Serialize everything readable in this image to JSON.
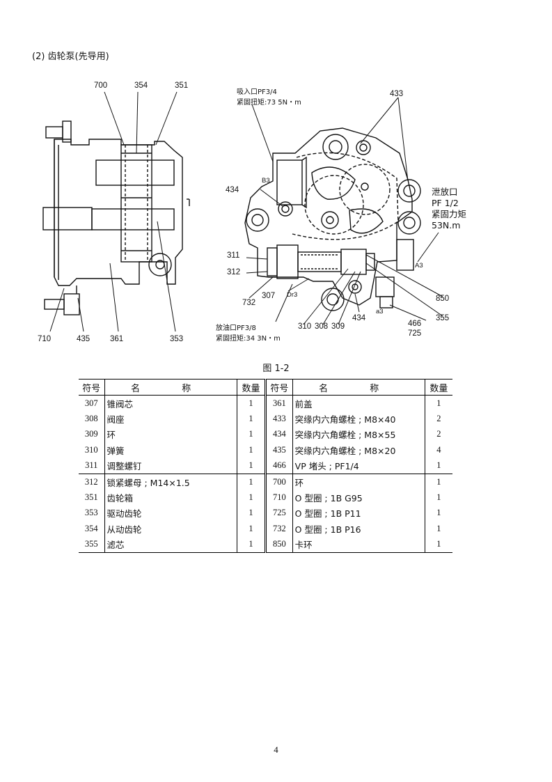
{
  "section_title": "(2) 齿轮泵(先导用)",
  "figure": {
    "caption": "图 1-2",
    "left_view_labels": [
      "700",
      "354",
      "351",
      "710",
      "435",
      "361",
      "353"
    ],
    "right_view_labels": {
      "suction_line1": "吸入口PF3/4",
      "suction_line2": "紧固扭矩:73 5N・m",
      "b3": "B3",
      "l433": "433",
      "drain_line1": "泄放口",
      "drain_line2": "PF 1/2",
      "drain_line3": "紧固力矩",
      "drain_line4": "53N.m",
      "l434a": "434",
      "l311": "311",
      "l312": "312",
      "l732": "732",
      "l307": "307",
      "dr3": "Dr3",
      "a3": "A3",
      "l850": "850",
      "l355": "355",
      "l310": "310",
      "l308": "308",
      "l309": "309",
      "l434b": "434",
      "a3s": "a3",
      "l466": "466",
      "l725": "725",
      "oil_line1": "放油口PF3/8",
      "oil_line2": "紧固扭矩:34 3N・m"
    }
  },
  "table": {
    "headers": [
      "符号",
      "名 称",
      "数量",
      "符号",
      "名 称",
      "数量"
    ],
    "rows": [
      {
        "code_l": "307",
        "name_l": "锥阀芯",
        "qty_l": "1",
        "code_r": "361",
        "name_r": "前盖",
        "qty_r": "1"
      },
      {
        "code_l": "308",
        "name_l": "阀座",
        "qty_l": "1",
        "code_r": "433",
        "name_r": "突缘内六角螺栓 ; M8×40",
        "qty_r": "2"
      },
      {
        "code_l": "309",
        "name_l": "环",
        "qty_l": "1",
        "code_r": "434",
        "name_r": "突缘内六角螺栓 ; M8×55",
        "qty_r": "2"
      },
      {
        "code_l": "310",
        "name_l": "弹簧",
        "qty_l": "1",
        "code_r": "435",
        "name_r": "突缘内六角螺栓 ; M8×20",
        "qty_r": "4"
      },
      {
        "code_l": "311",
        "name_l": "调整螺钉",
        "qty_l": "1",
        "code_r": "466",
        "name_r": "VP 堵头 ; PF1/4",
        "qty_r": "1"
      },
      {
        "code_l": "312",
        "name_l": "锁紧螺母 ; M14×1.5",
        "qty_l": "1",
        "code_r": "700",
        "name_r": "环",
        "qty_r": "1"
      },
      {
        "code_l": "351",
        "name_l": "齿轮箱",
        "qty_l": "1",
        "code_r": "710",
        "name_r": "O 型圈 ; 1B G95",
        "qty_r": "1"
      },
      {
        "code_l": "353",
        "name_l": "驱动齿轮",
        "qty_l": "1",
        "code_r": "725",
        "name_r": "O 型圈 ; 1B P11",
        "qty_r": "1"
      },
      {
        "code_l": "354",
        "name_l": "从动齿轮",
        "qty_l": "1",
        "code_r": "732",
        "name_r": "O 型圈 ; 1B P16",
        "qty_r": "1"
      },
      {
        "code_l": "355",
        "name_l": "滤芯",
        "qty_l": "1",
        "code_r": "850",
        "name_r": "卡环",
        "qty_r": "1"
      }
    ]
  },
  "page_number": "4"
}
